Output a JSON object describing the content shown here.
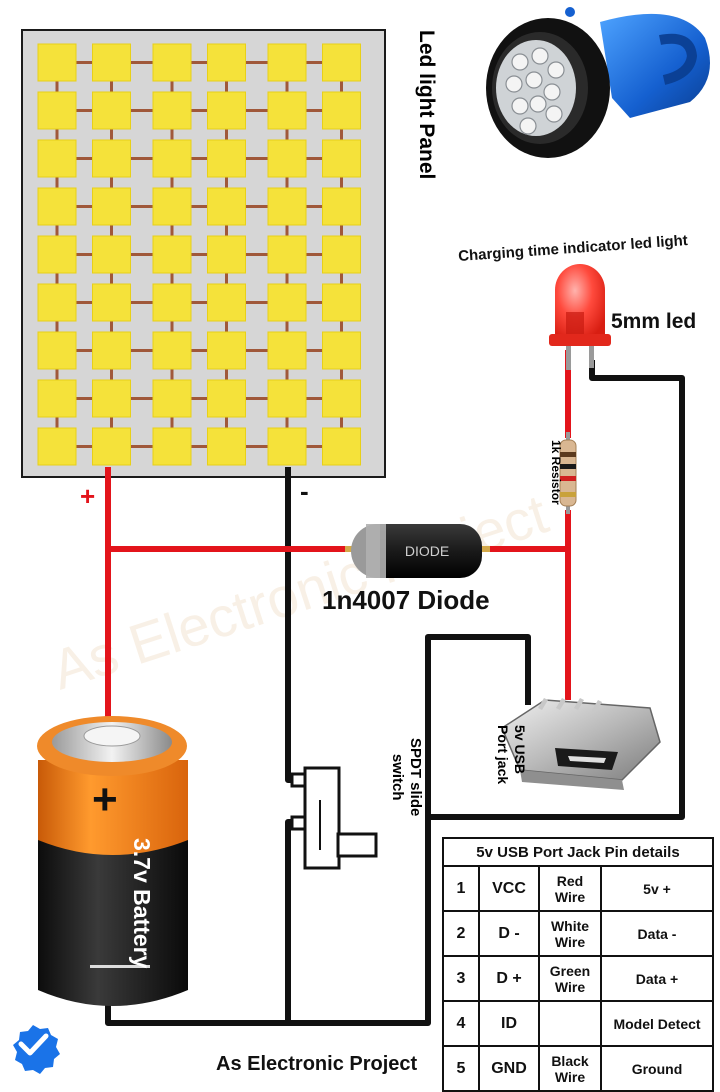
{
  "panel": {
    "title": "Led light Panel",
    "plus": "+",
    "minus": "-",
    "rows": 9,
    "cols": 6
  },
  "led": {
    "caption": "Charging time indicator led light",
    "label": "5mm led"
  },
  "resistor": {
    "label": "1k Resistor"
  },
  "diode": {
    "body_text": "DIODE",
    "label": "1n4007 Diode"
  },
  "usb": {
    "label_line1": "5v USB",
    "label_line2": "Port jack"
  },
  "switch": {
    "label_line1": "SPDT slide",
    "label_line2": "switch"
  },
  "battery": {
    "plus": "+",
    "label": "3.7v Battery",
    "minus": "–"
  },
  "footer": {
    "credit": "As Electronic Project"
  },
  "watermark": "As Electronic Project",
  "pin_table": {
    "title": "5v USB Port Jack Pin details",
    "rows": [
      {
        "no": "1",
        "pin": "VCC",
        "wire": [
          "Red",
          "Wire"
        ],
        "detail": "5v +"
      },
      {
        "no": "2",
        "pin": "D -",
        "wire": [
          "White",
          "Wire"
        ],
        "detail": "Data -"
      },
      {
        "no": "3",
        "pin": "D +",
        "wire": [
          "Green",
          "Wire"
        ],
        "detail": "Data +"
      },
      {
        "no": "4",
        "pin": "ID",
        "wire": [
          "",
          ""
        ],
        "detail": "Model Detect"
      },
      {
        "no": "5",
        "pin": "GND",
        "wire": [
          "Black",
          "Wire"
        ],
        "detail": "Ground"
      }
    ]
  },
  "colors": {
    "wire_red": "#e3141b",
    "wire_black": "#111111",
    "led_chip": "#f5e23a",
    "battery_orange": "#f07a12",
    "torch_blue": "#1f6fd6"
  }
}
